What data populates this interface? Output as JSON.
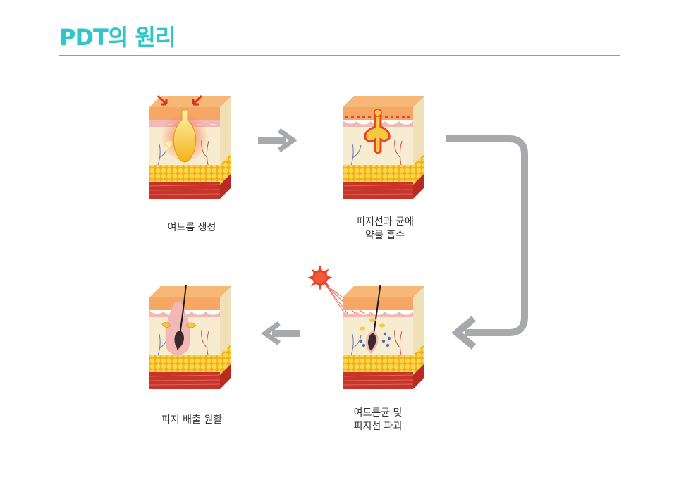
{
  "title": "PDT의 원리",
  "colors": {
    "accent": "#2cc6cc",
    "arrow": "#a7a9ac",
    "skin_top": "#f6a765",
    "epidermis": "#f2b8b6",
    "dermis": "#f7ecd0",
    "fat": "#f5c32c",
    "muscle": "#c8342a",
    "sebum": "#f6c843",
    "sun": "#e8432b"
  },
  "steps": [
    {
      "caption_lines": [
        "여드름 생성"
      ]
    },
    {
      "caption_lines": [
        "피지선과 균에",
        "약물 흡수"
      ]
    },
    {
      "caption_lines": [
        "여드름균 및",
        "피지선 파괴"
      ]
    },
    {
      "caption_lines": [
        "피지 배출 원활"
      ]
    }
  ]
}
